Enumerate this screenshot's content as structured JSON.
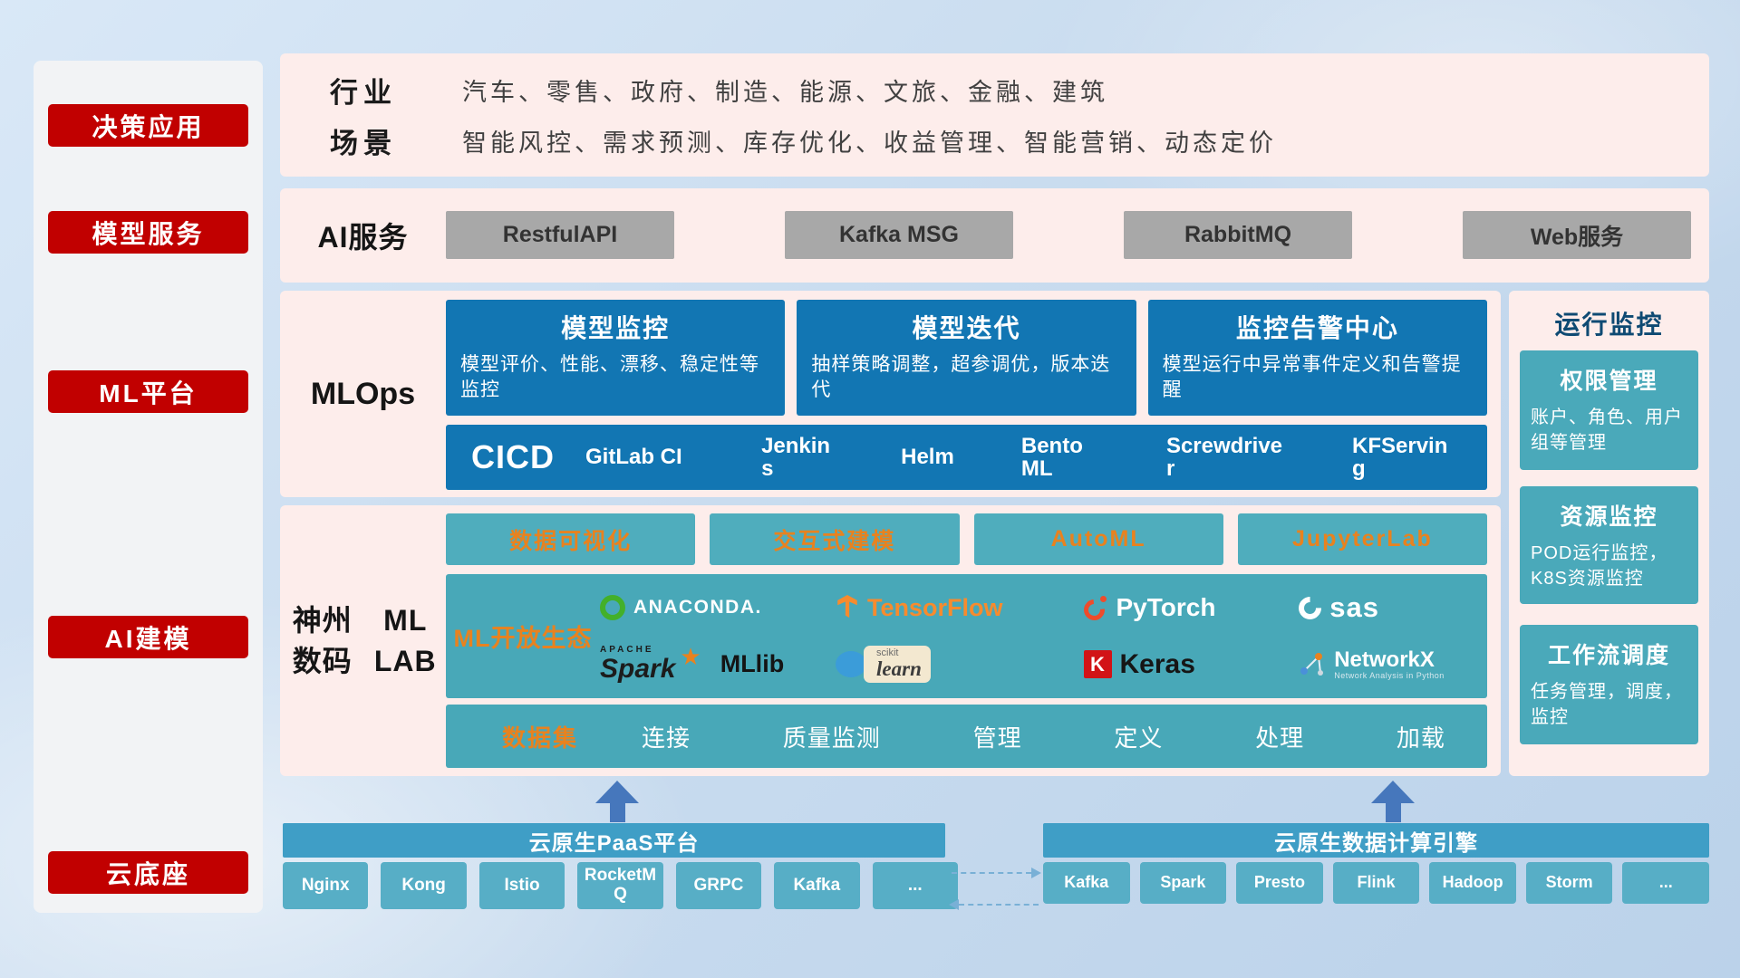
{
  "colors": {
    "accent_red": "#c10000",
    "deep_blue": "#1276b3",
    "teal": "#48a8b8",
    "orange": "#e8821f",
    "panel_pink": "#fdedeb"
  },
  "sidebar": {
    "items": [
      {
        "label": "决策应用"
      },
      {
        "label": "模型服务"
      },
      {
        "label": "ML平台"
      },
      {
        "label": "AI建模"
      },
      {
        "label": "云底座"
      }
    ]
  },
  "industry": {
    "row1_label": "行业",
    "row1_text": "汽车、零售、政府、制造、能源、文旅、金融、建筑",
    "row2_label": "场景",
    "row2_text": "智能风控、需求预测、库存优化、收益管理、智能营销、动态定价"
  },
  "ai_service": {
    "label": "AI服务",
    "services": [
      "RestfulAPI",
      "Kafka MSG",
      "RabbitMQ",
      "Web服务"
    ]
  },
  "mlops": {
    "label": "MLOps",
    "cards": [
      {
        "title": "模型监控",
        "desc": "模型评价、性能、漂移、稳定性等监控"
      },
      {
        "title": "模型迭代",
        "desc": "抽样策略调整，超参调优，版本迭代"
      },
      {
        "title": "监控告警中心",
        "desc": "模型运行中异常事件定义和告警提醒"
      }
    ],
    "cicd": {
      "label": "CICD",
      "tools": [
        "GitLab CI",
        "Jenkins",
        "Helm",
        "BentoML",
        "Screwdriver",
        "KFServing"
      ]
    }
  },
  "mllab": {
    "label_line1": "神州数码",
    "label_line2": "ML LAB",
    "feature_buttons": [
      "数据可视化",
      "交互式建模",
      "AutoML",
      "JupyterLab"
    ],
    "ecosystem_label": "ML开放生态",
    "logos": {
      "anaconda": "ANACONDA.",
      "tensorflow": "TensorFlow",
      "pytorch": "PyTorch",
      "sas": "sas",
      "apache": "APACHE",
      "spark": "Spark",
      "mllib": "MLlib",
      "scikit": "scikit",
      "learn": "learn",
      "keras_k": "K",
      "keras": "Keras",
      "networkx": "NetworkX",
      "networkx_sub": "Network Analysis in Python"
    },
    "dataset": {
      "label": "数据集",
      "items": [
        "连接",
        "质量监测",
        "管理",
        "定义",
        "处理",
        "加载"
      ]
    }
  },
  "monitoring": {
    "title": "运行监控",
    "cards": [
      {
        "title": "权限管理",
        "desc": "账户、角色、用户组等管理"
      },
      {
        "title": "资源监控",
        "desc": "POD运行监控，K8S资源监控"
      },
      {
        "title": "工作流调度",
        "desc": "任务管理，调度，监控"
      }
    ]
  },
  "bottom": {
    "paas": {
      "title": "云原生PaaS平台",
      "items": [
        "Nginx",
        "Kong",
        "Istio",
        "RocketMQ",
        "GRPC",
        "Kafka",
        "..."
      ]
    },
    "engine": {
      "title": "云原生数据计算引擎",
      "items": [
        "Kafka",
        "Spark",
        "Presto",
        "Flink",
        "Hadoop",
        "Storm",
        "..."
      ]
    }
  }
}
